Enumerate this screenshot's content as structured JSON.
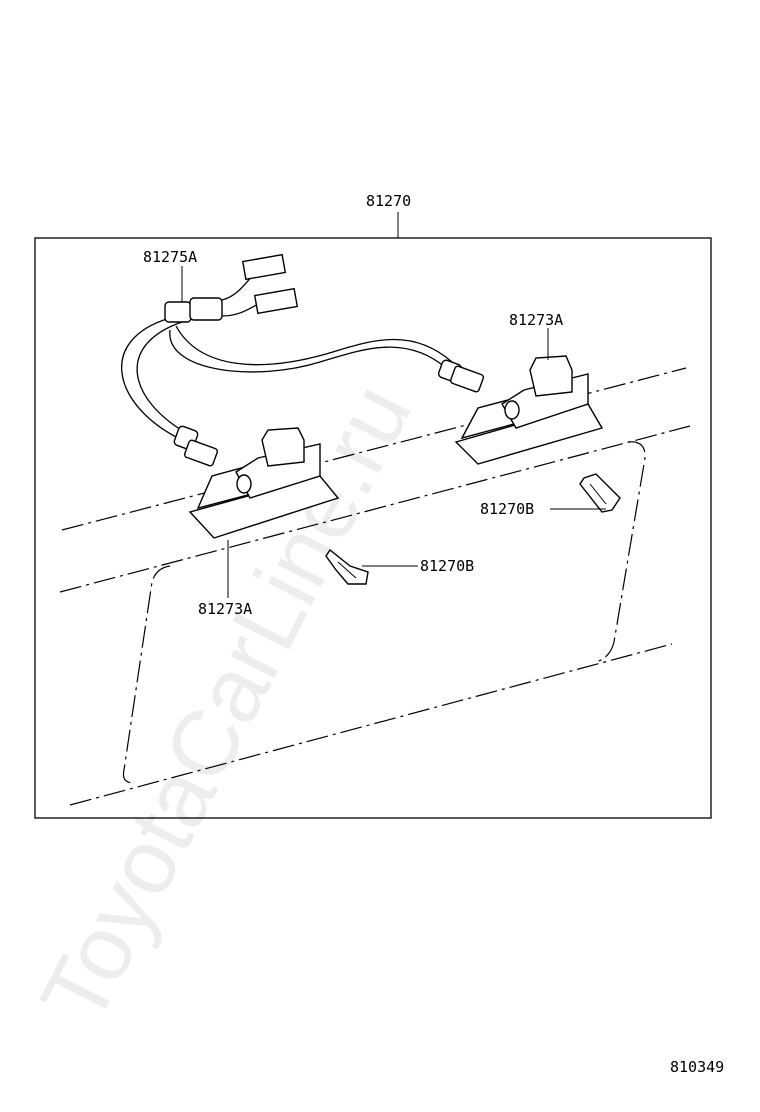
{
  "diagram": {
    "assembly_number": "81270",
    "labels": {
      "wire_harness": "81275A",
      "lamp_right": "81273A",
      "lamp_left": "81273A",
      "bulb_right": "81270B",
      "bulb_center": "81270B"
    },
    "watermark": "ToyotaCarLine.ru",
    "drawing_number": "810349"
  }
}
